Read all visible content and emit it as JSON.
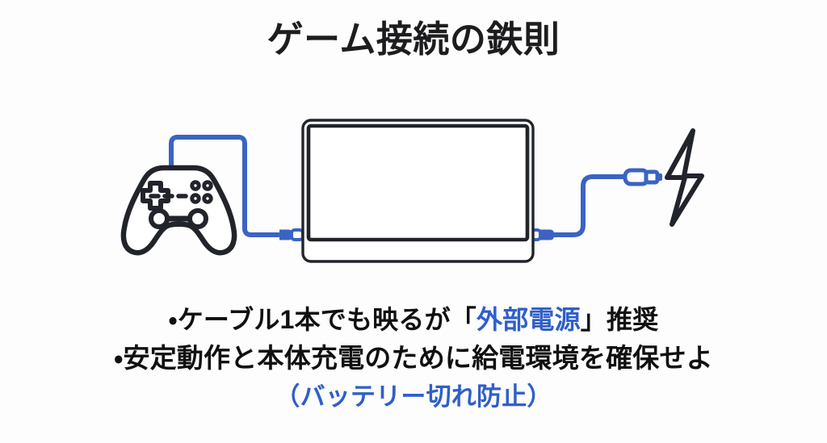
{
  "slide": {
    "background_color": "#fdfdfd",
    "title": "ゲーム接続の鉄則",
    "title_color": "#1d1d1f"
  },
  "colors": {
    "cable_blue": "#3b63c4",
    "text_blue": "#2f5fc8",
    "outline_dark": "#22242b",
    "text_black": "#101010",
    "background": "#fdfdfd"
  },
  "illustration": {
    "alt": "ゲームコントローラーとモバイルモニターがUSBケーブルで接続され、反対側の電源ケーブルに雷アイコンが付いた図",
    "nodes": [
      {
        "name": "game-controller",
        "label": "ゲームコントローラー"
      },
      {
        "name": "portable-monitor",
        "label": "モバイルモニター"
      },
      {
        "name": "usb-c-connector-left",
        "label": "USB-Cコネクタ（映像入力）"
      },
      {
        "name": "usb-c-connector-right",
        "label": "USB-Cコネクタ（給電入力）"
      },
      {
        "name": "power-plug",
        "label": "電源プラグ"
      },
      {
        "name": "lightning-bolt",
        "label": "電源（雷マーク）"
      }
    ]
  },
  "captions": {
    "line1": {
      "prefix": "・ケーブル1本でも映るが「",
      "highlight": "外部電源",
      "suffix": "」推奨"
    },
    "line2": "・安定動作と本体充電のために給電環境を確保せよ",
    "line3": "（バッテリー切れ防止）"
  },
  "watermark": ""
}
